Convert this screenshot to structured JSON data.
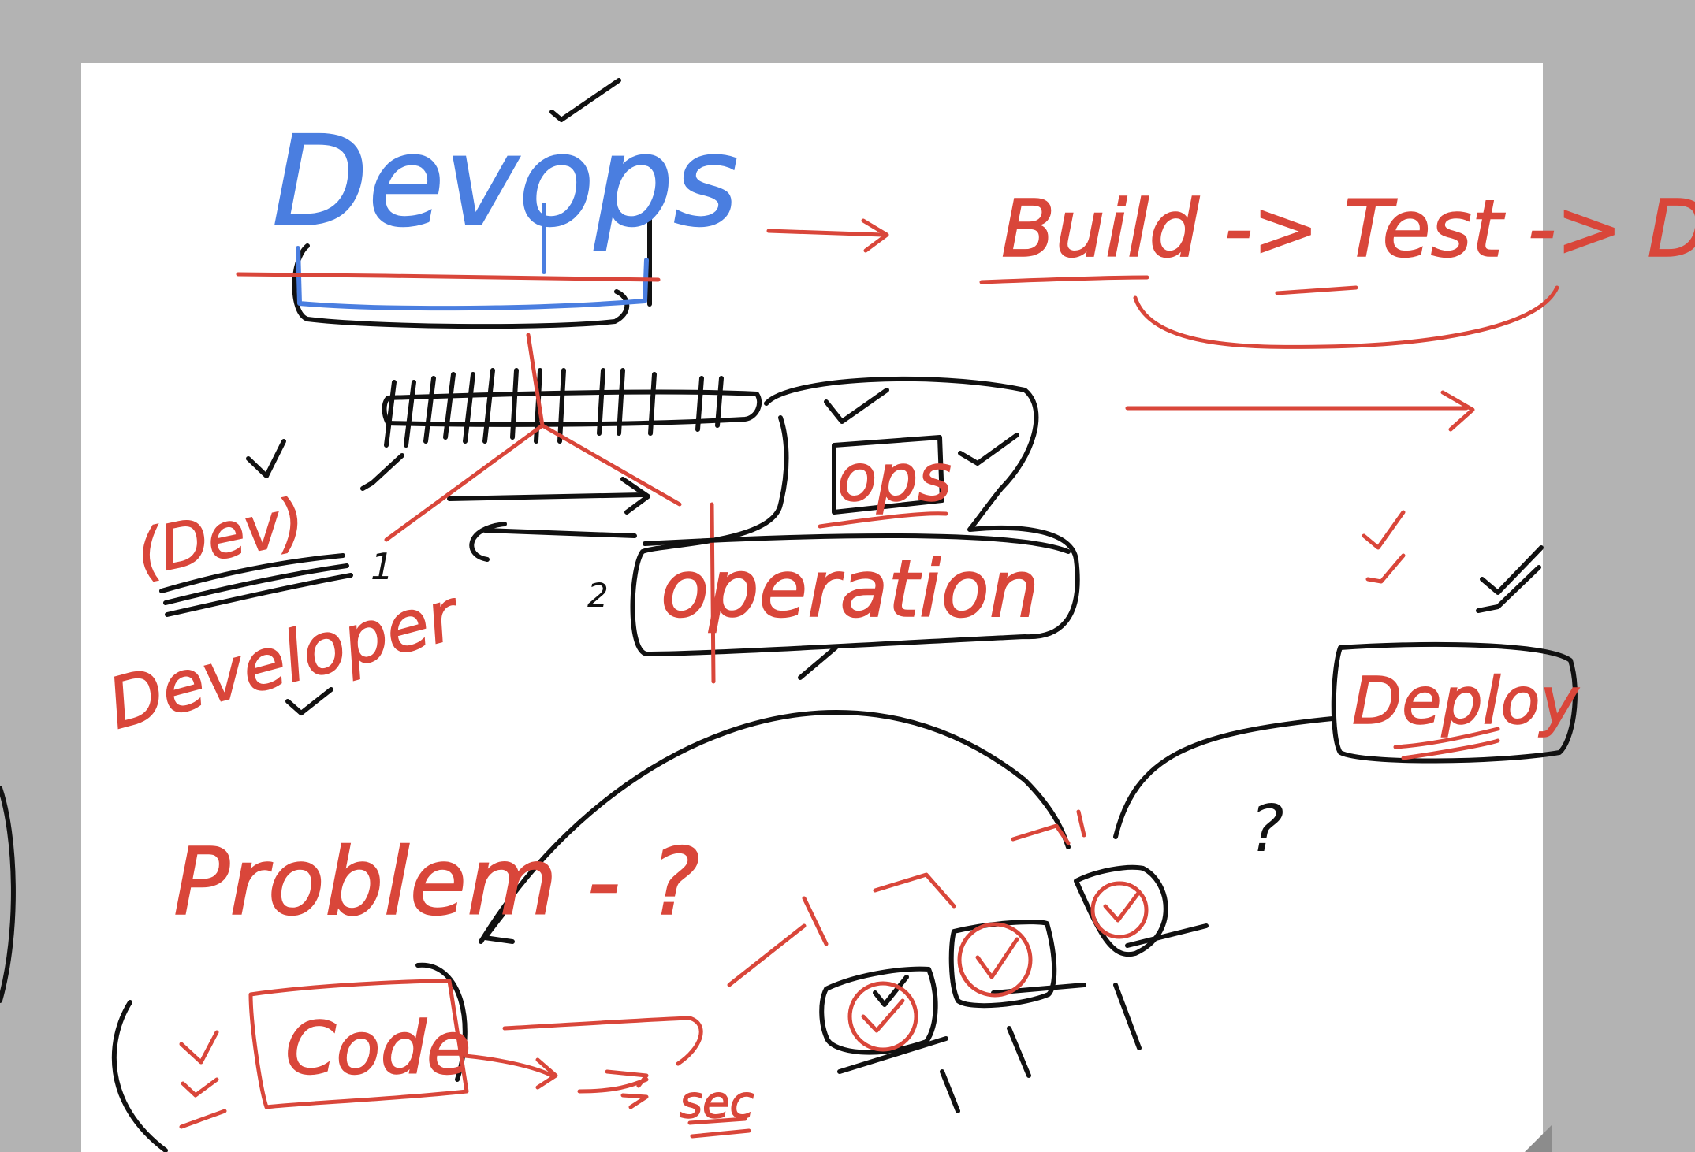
{
  "colors": {
    "background": "#b3b3b3",
    "canvas": "#ffffff",
    "red_ink": "#d9463a",
    "blue_ink": "#4a7ee0",
    "black_ink": "#111111"
  },
  "labels": {
    "devops": "Devops",
    "pipeline": "Build -> Test -> Deploy",
    "dev": "(Dev)",
    "developer": "Developer",
    "ops": "ops",
    "operation": "operation",
    "deploy": "Deploy",
    "problem": "Problem - ?",
    "code": "Code",
    "sec": "sec",
    "question": "?",
    "num_one": "1",
    "num_two": "2"
  }
}
